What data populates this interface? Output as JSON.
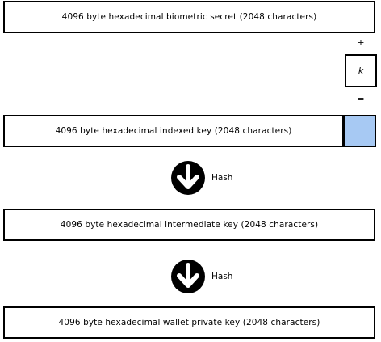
{
  "boxes": {
    "biometric_secret": "4096 byte hexadecimal biometric secret (2048 characters)",
    "indexed_key": "4096 byte hexadecimal indexed key (2048 characters)",
    "intermediate_key": "4096 byte hexadecimal intermediate key (2048 characters)",
    "wallet_private_key": "4096 byte hexadecimal wallet private key (2048 characters)"
  },
  "operators": {
    "plus": "+",
    "k": "k",
    "equals": "="
  },
  "steps": [
    {
      "label": "Hash",
      "icon": "down-arrow-circle-icon"
    },
    {
      "label": "Hash",
      "icon": "down-arrow-circle-icon"
    }
  ],
  "colors": {
    "index_block": "#a7c9f3",
    "arrow_circle": "#000000",
    "arrow": "#ffffff"
  }
}
